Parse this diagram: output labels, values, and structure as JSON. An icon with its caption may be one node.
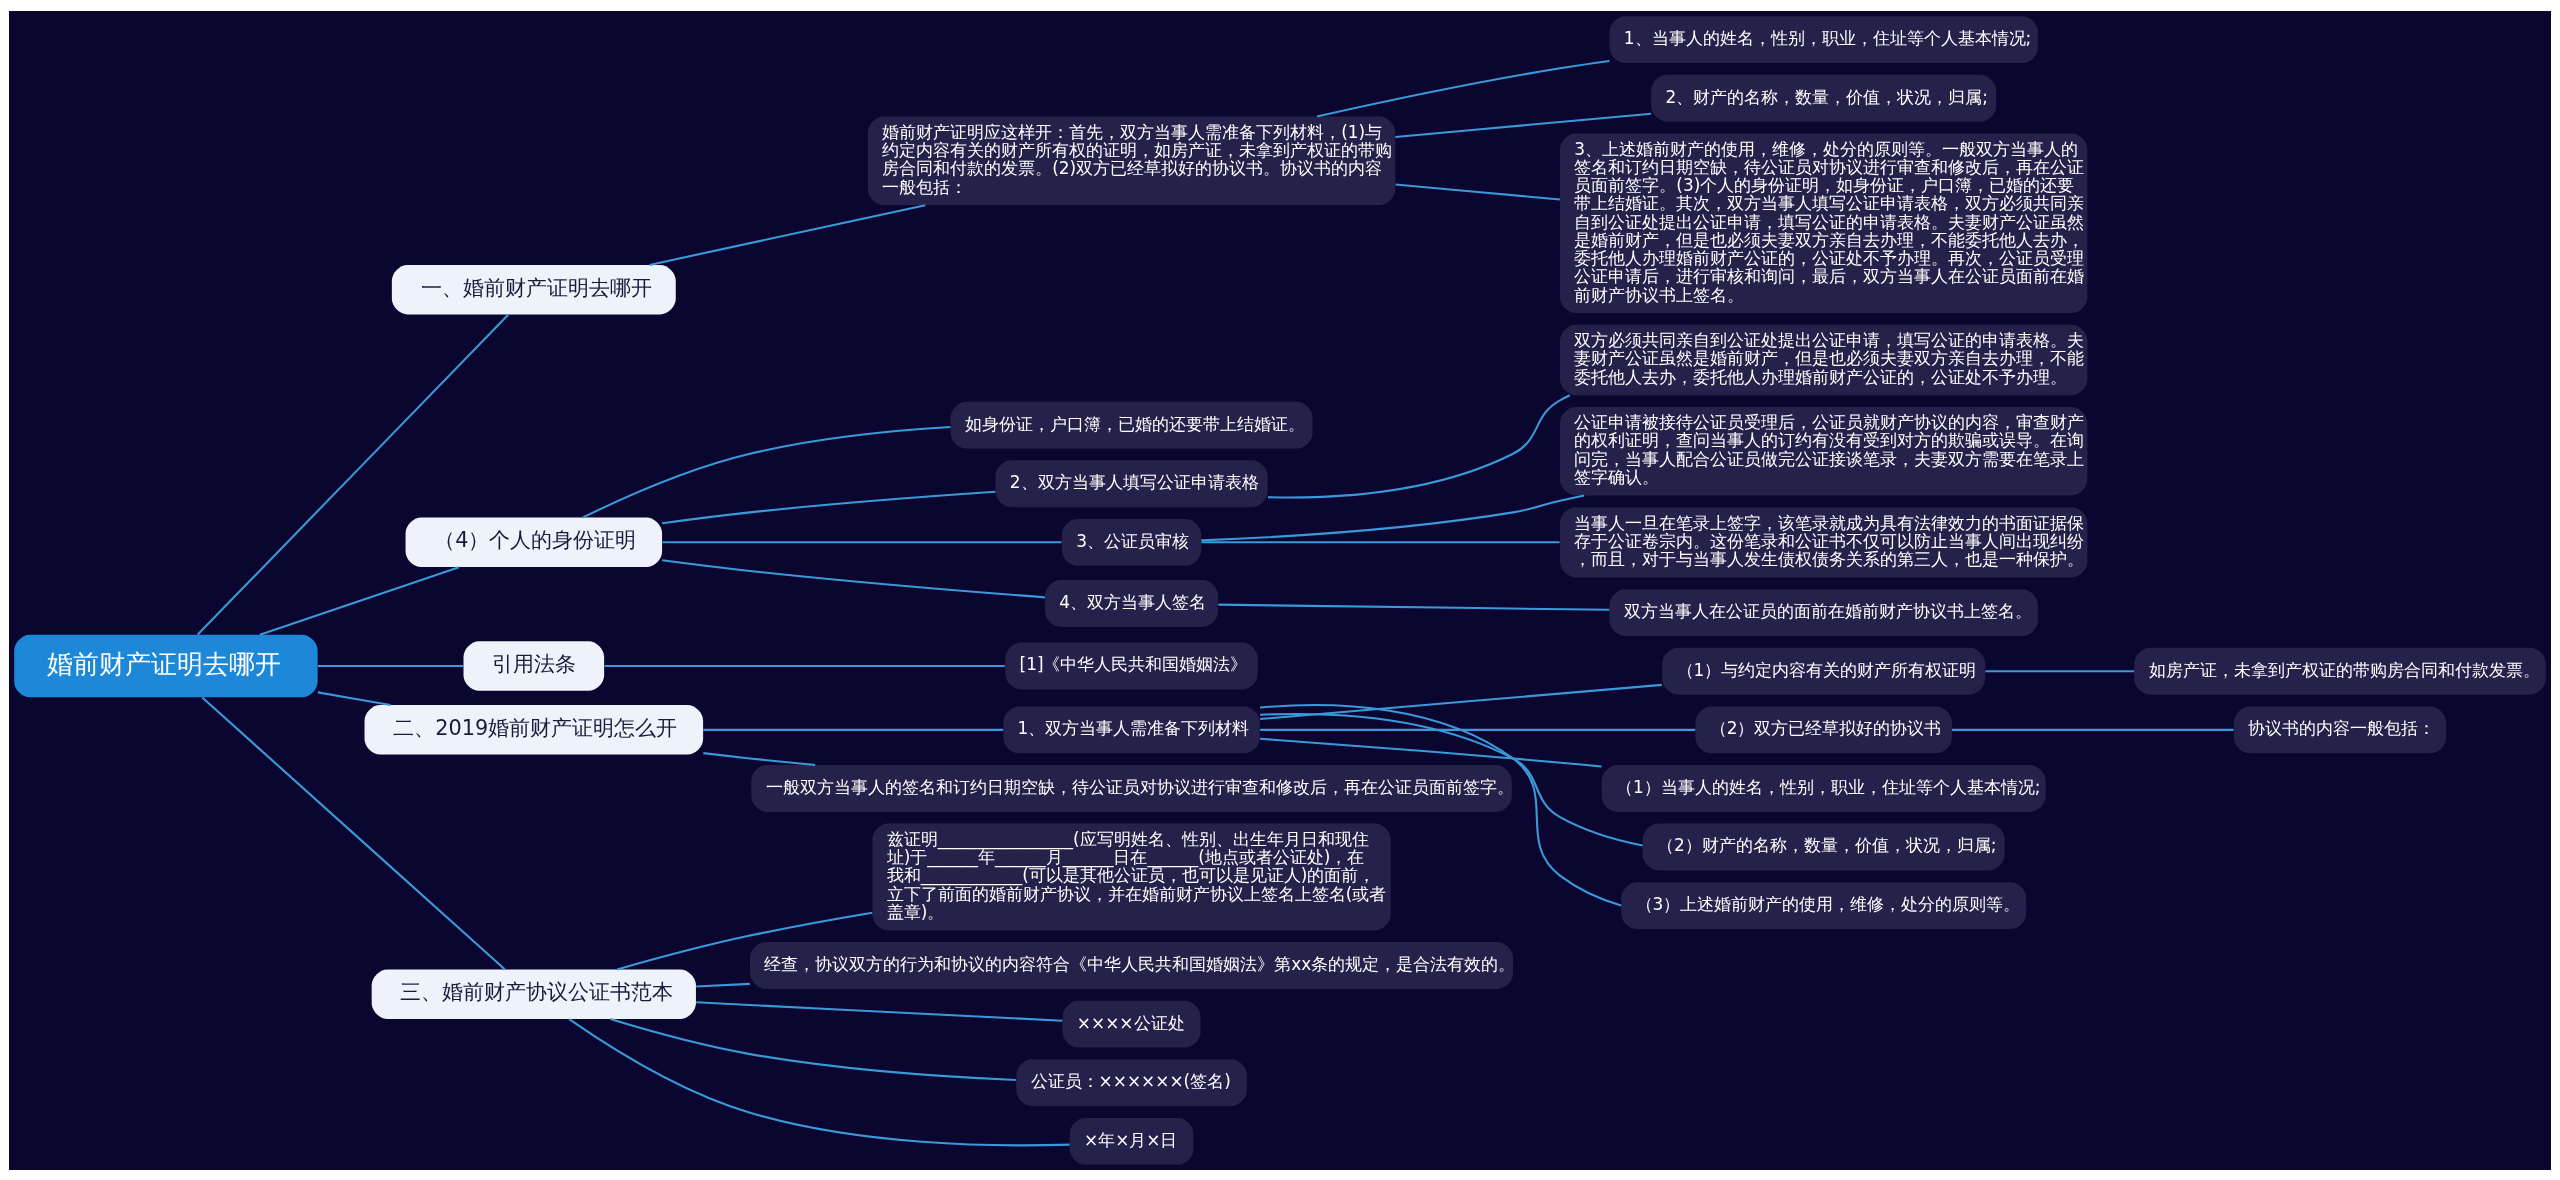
{
  "diagram": {
    "nodes": [
      {
        "text": [
          "婚前财产证明去哪开"
        ]
      },
      {
        "text": [
          "一、婚前财产证明去哪开"
        ]
      },
      {
        "text": [
          "婚前财产证明应这样开：首先，双方当事人需准备下列材料，(1)与约定内容有关的财产所有权的证明，如房产证，未拿到产权证的带购房合同和付款的发票。(2)双方已经草拟好的协议书。协议书的内容一般包括："
        ]
      },
      {
        "text": [
          "1、当事人的姓名，性别，职业，住址等个人基本情况;"
        ]
      },
      {
        "text": [
          "2、财产的名称，数量，价值，状况，归属;"
        ]
      },
      {
        "text": [
          "3、上述婚前财产的使用，维修，处分的原则等。一般双方当事人的签名和订约日期空缺，待公证员对协议进行审查和修改后，再在公证员面前签字。(3)个人的身份证明，如身份证，户口簿，已婚的还要带上结婚证。其次，双方当事人填写公证申请表格，双方必须共同亲自到公证处提出公证申请，填写公证的申请表格。夫妻财产公证虽然是婚前财产，但是也必须夫妻双方亲自去办理，不能委托他人去办，委托他人办理婚前财产公证的，公证处不予办理。再次，公证员受理公证申请后，进行审核和询问，最后，双方当事人在公证员面前在婚前财产协议书上签名。"
        ]
      },
      {
        "text": [
          "（4）个人的身份证明"
        ]
      },
      {
        "text": [
          "如身份证，户口簿，已婚的还要带上结婚证。"
        ]
      },
      {
        "text": [
          "2、双方当事人填写公证申请表格"
        ]
      },
      {
        "text": [
          "双方必须共同亲自到公证处提出公证申请，填写公证的申请表格。夫妻财产公证虽然是婚前财产，但是也必须夫妻双方亲自去办理，不能委托他人去办，委托他人办理婚前财产公证的，公证处不予办理。"
        ]
      },
      {
        "text": [
          "3、公证员审核"
        ]
      },
      {
        "text": [
          "公证申请被接待公证员受理后，公证员就财产协议的内容，审查财产的权利证明，查问当事人的订约有没有受到对方的欺骗或误导。在询问完，当事人配合公证员做完公证接谈笔录，夫妻双方需要在笔录上签字确认。"
        ]
      },
      {
        "text": [
          "当事人一旦在笔录上签字，该笔录就成为具有法律效力的书面证据保存于公证卷宗内。这份笔录和公证书不仅可以防止当事人间出现纠纷，而且，对于与当事人发生债权债务关系的第三人，也是一种保护。"
        ]
      },
      {
        "text": [
          "4、双方当事人签名"
        ]
      },
      {
        "text": [
          "双方当事人在公证员的面前在婚前财产协议书上签名。"
        ]
      },
      {
        "text": [
          "引用法条"
        ]
      },
      {
        "text": [
          "[1]《中华人民共和国婚姻法》"
        ]
      },
      {
        "text": [
          "二、2019婚前财产证明怎么开"
        ]
      },
      {
        "text": [
          "1、双方当事人需准备下列材料"
        ]
      },
      {
        "text": [
          "（1）与约定内容有关的财产所有权证明"
        ]
      },
      {
        "text": [
          "如房产证，未拿到产权证的带购房合同和付款发票。"
        ]
      },
      {
        "text": [
          "（2）双方已经草拟好的协议书"
        ]
      },
      {
        "text": [
          "协议书的内容一般包括："
        ]
      },
      {
        "text": [
          "（1）当事人的姓名，性别，职业，住址等个人基本情况;"
        ]
      },
      {
        "text": [
          "（2）财产的名称，数量，价值，状况，归属;"
        ]
      },
      {
        "text": [
          "（3）上述婚前财产的使用，维修，处分的原则等。"
        ]
      },
      {
        "text": [
          "一般双方当事人的签名和订约日期空缺，待公证员对协议进行审查和修改后，再在公证员面前签字。"
        ]
      },
      {
        "text": [
          "三、婚前财产协议公证书范本"
        ]
      },
      {
        "text": [
          "兹证明________________(应写明姓名、性别、出生年月日和现住址)于______年______月______日在______(地点或者公证处)，在我和____________(可以是其他公证员，也可以是见证人)的面前，立下了前面的婚前财产协议，并在婚前财产协议上签名上签名(或者盖章)。"
        ]
      },
      {
        "text": [
          "经查，协议双方的行为和协议的内容符合《中华人民共和国婚姻法》第xx条的规定，是合法有效的。"
        ]
      },
      {
        "text": [
          "××××公证处"
        ]
      },
      {
        "text": [
          "公证员：××××××(签名)"
        ]
      },
      {
        "text": [
          "×年×月×日"
        ]
      }
    ],
    "edges": [
      {
        "from": 0,
        "to": 1,
        "arrow": "none"
      },
      {
        "from": 1,
        "to": 2,
        "arrow": "none"
      },
      {
        "from": 2,
        "to": 3,
        "arrow": "none"
      },
      {
        "from": 2,
        "to": 4,
        "arrow": "none"
      },
      {
        "from": 2,
        "to": 5,
        "arrow": "none"
      },
      {
        "from": 0,
        "to": 6,
        "arrow": "none"
      },
      {
        "from": 6,
        "to": 7,
        "arrow": "none"
      },
      {
        "from": 6,
        "to": 8,
        "arrow": "none"
      },
      {
        "from": 8,
        "to": 9,
        "arrow": "none"
      },
      {
        "from": 6,
        "to": 10,
        "arrow": "none"
      },
      {
        "from": 10,
        "to": 11,
        "arrow": "none"
      },
      {
        "from": 10,
        "to": 12,
        "arrow": "none"
      },
      {
        "from": 6,
        "to": 13,
        "arrow": "none"
      },
      {
        "from": 13,
        "to": 14,
        "arrow": "none"
      },
      {
        "from": 0,
        "to": 15,
        "arrow": "none"
      },
      {
        "from": 15,
        "to": 16,
        "arrow": "none"
      },
      {
        "from": 0,
        "to": 17,
        "arrow": "none"
      },
      {
        "from": 17,
        "to": 18,
        "arrow": "none"
      },
      {
        "from": 18,
        "to": 19,
        "arrow": "none"
      },
      {
        "from": 19,
        "to": 20,
        "arrow": "none"
      },
      {
        "from": 18,
        "to": 21,
        "arrow": "none"
      },
      {
        "from": 21,
        "to": 22,
        "arrow": "none"
      },
      {
        "from": 18,
        "to": 23,
        "arrow": "none"
      },
      {
        "from": 18,
        "to": 24,
        "arrow": "none"
      },
      {
        "from": 18,
        "to": 25,
        "arrow": "none"
      },
      {
        "from": 17,
        "to": 26,
        "arrow": "none"
      },
      {
        "from": 0,
        "to": 27,
        "arrow": "none"
      },
      {
        "from": 27,
        "to": 28,
        "arrow": "none"
      },
      {
        "from": 27,
        "to": 29,
        "arrow": "none"
      },
      {
        "from": 27,
        "to": 30,
        "arrow": "none"
      },
      {
        "from": 27,
        "to": 31,
        "arrow": "none"
      },
      {
        "from": 27,
        "to": 32,
        "arrow": "none"
      }
    ]
  }
}
